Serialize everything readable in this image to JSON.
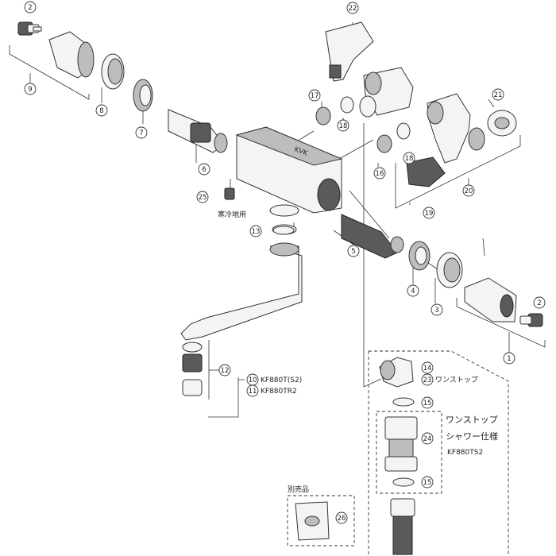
{
  "callouts": [
    {
      "id": "c1",
      "number": "1"
    },
    {
      "id": "c2a",
      "number": "2"
    },
    {
      "id": "c2b",
      "number": "2"
    },
    {
      "id": "c3",
      "number": "3"
    },
    {
      "id": "c4",
      "number": "4"
    },
    {
      "id": "c5",
      "number": "5"
    },
    {
      "id": "c6",
      "number": "6"
    },
    {
      "id": "c7",
      "number": "7"
    },
    {
      "id": "c8",
      "number": "8"
    },
    {
      "id": "c9",
      "number": "9"
    },
    {
      "id": "c10",
      "number": "10"
    },
    {
      "id": "c11",
      "number": "11"
    },
    {
      "id": "c12",
      "number": "12"
    },
    {
      "id": "c13",
      "number": "13"
    },
    {
      "id": "c14",
      "number": "14"
    },
    {
      "id": "c15a",
      "number": "15"
    },
    {
      "id": "c15b",
      "number": "15"
    },
    {
      "id": "c16",
      "number": "16"
    },
    {
      "id": "c17",
      "number": "17"
    },
    {
      "id": "c18a",
      "number": "18"
    },
    {
      "id": "c18b",
      "number": "18"
    },
    {
      "id": "c19",
      "number": "19"
    },
    {
      "id": "c20",
      "number": "20"
    },
    {
      "id": "c21",
      "number": "21"
    },
    {
      "id": "c22",
      "number": "22"
    },
    {
      "id": "c23",
      "number": "23"
    },
    {
      "id": "c24",
      "number": "24"
    },
    {
      "id": "c25",
      "number": "25"
    },
    {
      "id": "c26",
      "number": "26"
    }
  ],
  "labels": {
    "cold_region": "寒冷地用",
    "model_kf880t": "KF880T(S2)",
    "model_kf880tr2": "KF880TR2",
    "one_stop": "ワンストップ",
    "one_stop_shower_line1": "ワンストップ",
    "one_stop_shower_line2": "シャワー仕様",
    "model_kf880ts2": "KF880TS2",
    "sold_separately": "別売品"
  }
}
